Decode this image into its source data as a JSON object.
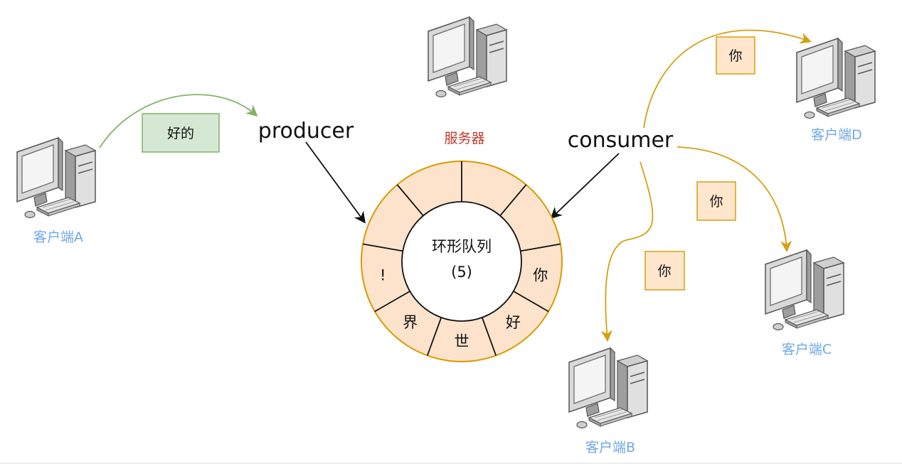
{
  "server": {
    "label": "服务器"
  },
  "producer": {
    "label": "producer"
  },
  "consumer": {
    "label": "consumer"
  },
  "clients": {
    "a": "客户端A",
    "b": "客户端B",
    "c": "客户端C",
    "d": "客户端D"
  },
  "messages": {
    "to_producer": "好的",
    "to_b": "你",
    "to_c": "你",
    "to_d": "你"
  },
  "queue": {
    "title": "环形队列",
    "capacity": "(5)",
    "slots": [
      "",
      "",
      "你",
      "好",
      "世",
      "界",
      "!",
      "",
      ""
    ]
  },
  "colors": {
    "green_arrow": "#82b366",
    "green_fill": "#d5e8d4",
    "orange_arrow": "#d6a012",
    "orange_fill": "#ffe6cc",
    "ring_fill": "#fde3cb",
    "ring_stroke": "#d79b00",
    "client_label": "#6fa8e8",
    "server_label": "#c0392b"
  }
}
